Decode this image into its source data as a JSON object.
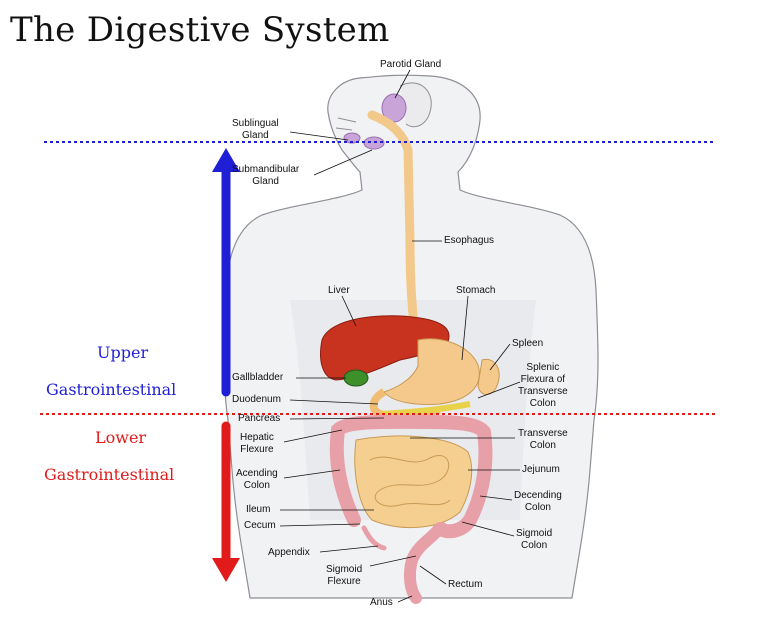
{
  "title": "The Digestive System",
  "colors": {
    "upper": "#1f1fd6",
    "lower": "#e11a1a"
  },
  "regions": {
    "upper": {
      "line1": "Upper",
      "line2": "Gastrointestinal"
    },
    "lower": {
      "line1": "Lower",
      "line2": "Gastrointestinal"
    }
  },
  "labels": {
    "parotid": "Parotid Gland",
    "sublingual_1": "Sublingual",
    "sublingual_2": "Gland",
    "submandibular_1": "Submandibular",
    "submandibular_2": "Gland",
    "esophagus": "Esophagus",
    "liver": "Liver",
    "stomach": "Stomach",
    "spleen": "Spleen",
    "splenic_1": "Splenic",
    "splenic_2": "Flexura of",
    "splenic_3": "Transverse",
    "splenic_4": "Colon",
    "gallbladder": "Gallbladder",
    "duodenum": "Duodenum",
    "pancreas": "Pancreas",
    "hepatic_1": "Hepatic",
    "hepatic_2": "Flexure",
    "transverse_1": "Transverse",
    "transverse_2": "Colon",
    "acending_1": "Acending",
    "acending_2": "Colon",
    "jejunum": "Jejunum",
    "decending_1": "Decending",
    "decending_2": "Colon",
    "ileum": "Ileum",
    "cecum": "Cecum",
    "sigmoid_colon_1": "Sigmoid",
    "sigmoid_colon_2": "Colon",
    "appendix": "Appendix",
    "sigmoid_flexure_1": "Sigmoid",
    "sigmoid_flexure_2": "Flexure",
    "rectum": "Rectum",
    "anus": "Anus"
  }
}
